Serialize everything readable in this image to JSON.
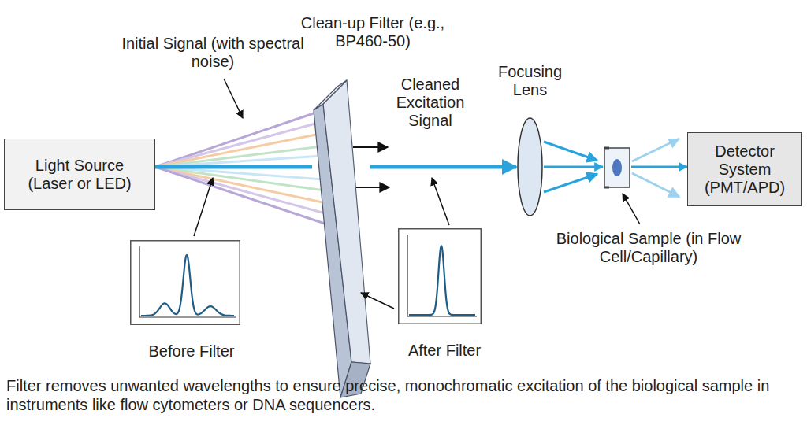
{
  "diagram": {
    "caption": "Filter removes unwanted wavelengths to ensure precise, monochromatic excitation of the biological sample in instruments like flow cytometers or DNA sequencers.",
    "nodes": [
      {
        "text": [
          "Light Source (Laser or LED)"
        ]
      },
      {
        "text": [
          "Clean-up Filter (e.g., BP460-50)"
        ]
      },
      {
        "text": [
          "Focusing Lens"
        ]
      },
      {
        "text": [
          "Biological Sample (in Flow Cell/Capillary)"
        ]
      },
      {
        "text": [
          "Detector System (PMT/APD)"
        ]
      },
      {
        "text": [
          "Before Filter"
        ]
      },
      {
        "text": [
          "After Filter"
        ]
      }
    ],
    "edges": [
      {
        "from": 0,
        "to": 1,
        "arrow": "none"
      },
      {
        "from": 1,
        "to": 2,
        "arrow": "to"
      },
      {
        "from": 2,
        "to": 3,
        "arrow": "to"
      },
      {
        "from": 3,
        "to": 4,
        "arrow": "to"
      }
    ],
    "labels": [
      "Initial Signal (with spectral noise)",
      "Cleaned Excitation Signal"
    ]
  }
}
